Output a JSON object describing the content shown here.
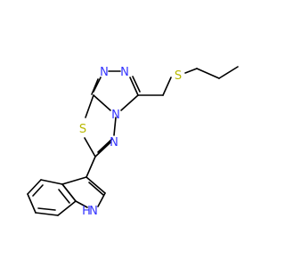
{
  "molecule": {
    "atoms": {
      "n_triazole_top_left": {
        "symbol": "N",
        "color": "#3333ff"
      },
      "n_triazole_top_right": {
        "symbol": "N",
        "color": "#3333ff"
      },
      "n_bridge": {
        "symbol": "N",
        "color": "#3333ff"
      },
      "n_thiadiazole": {
        "symbol": "N",
        "color": "#3333ff"
      },
      "s_ring": {
        "symbol": "S",
        "color": "#b8b800"
      },
      "s_chain": {
        "symbol": "S",
        "color": "#b8b800"
      },
      "nh_indole": {
        "symbol": "N",
        "h_label": "H",
        "color": "#3333ff"
      }
    },
    "bond_color": "#000000"
  }
}
